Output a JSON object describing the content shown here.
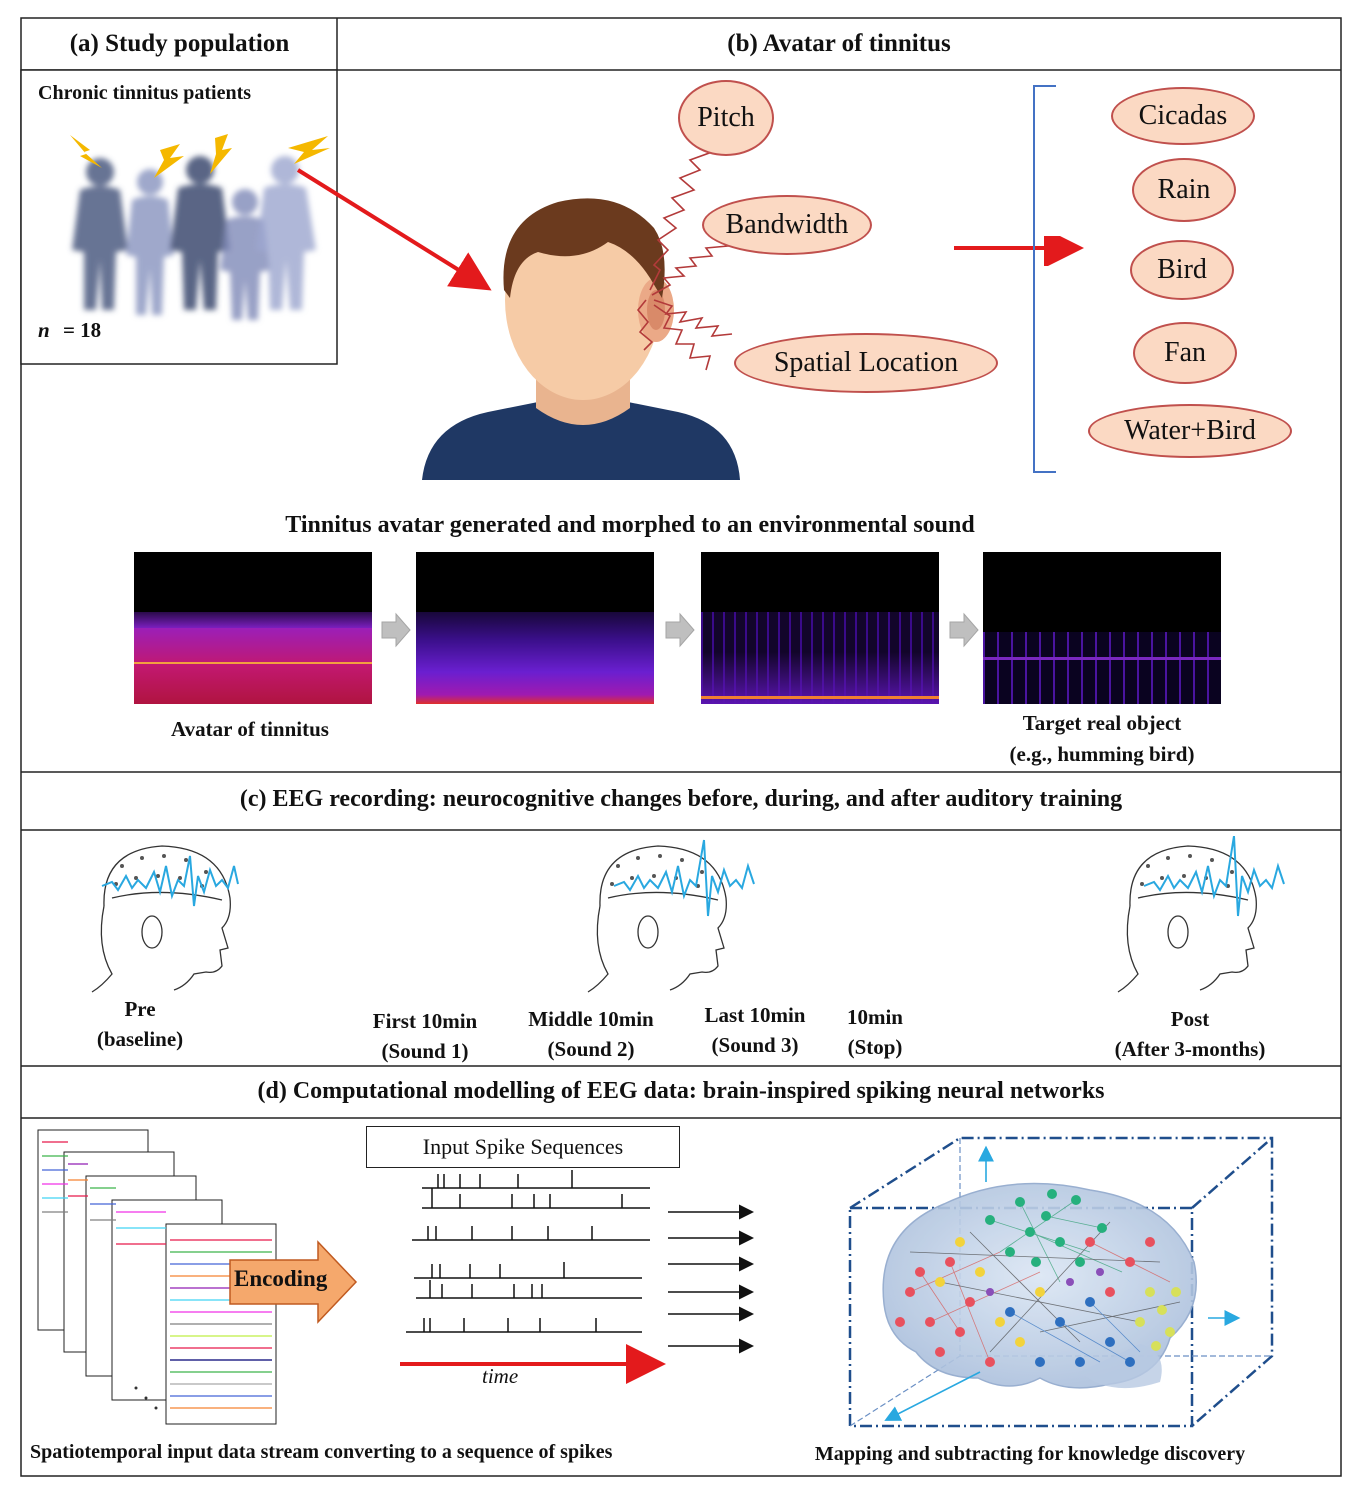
{
  "panel_a": {
    "title": "(a) Study population",
    "subtitle": "Chronic tinnitus patients",
    "n_label": "n",
    "n_value": "= 18"
  },
  "panel_b": {
    "title": "(b) Avatar of tinnitus",
    "attributes": [
      "Pitch",
      "Bandwidth",
      "Spatial Location"
    ],
    "sounds": [
      "Cicadas",
      "Rain",
      "Bird",
      "Fan",
      "Water+Bird"
    ],
    "morph_title": "Tinnitus avatar generated and morphed to an environmental sound",
    "caption_left": "Avatar of tinnitus",
    "caption_right_1": "Target real object",
    "caption_right_2": "(e.g., humming bird)"
  },
  "panel_c": {
    "title": "(c) EEG recording: neurocognitive changes before, during, and after auditory training",
    "pre_1": "Pre",
    "pre_2": "(baseline)",
    "first_1": "First 10min",
    "first_2": "(Sound 1)",
    "middle_1": "Middle 10min",
    "middle_2": "(Sound 2)",
    "last_1": "Last 10min",
    "last_2": "(Sound 3)",
    "stop_1": "10min",
    "stop_2": "(Stop)",
    "post_1": "Post",
    "post_2": "(After 3-months)"
  },
  "panel_d": {
    "title": "(d) Computational modelling of EEG data: brain-inspired spiking neural networks",
    "encoding": "Encoding",
    "spike_box": "Input Spike Sequences",
    "time": "time",
    "left_caption": "Spatiotemporal input data stream converting to a sequence of spikes",
    "right_caption": "Mapping and subtracting for knowledge discovery"
  },
  "colors": {
    "oval_fill": "#fbd9c3",
    "oval_border": "#c0504d",
    "arrow_red": "#e31a1c",
    "eeg_blue": "#29a8e0",
    "bracket_blue": "#4472c4"
  }
}
